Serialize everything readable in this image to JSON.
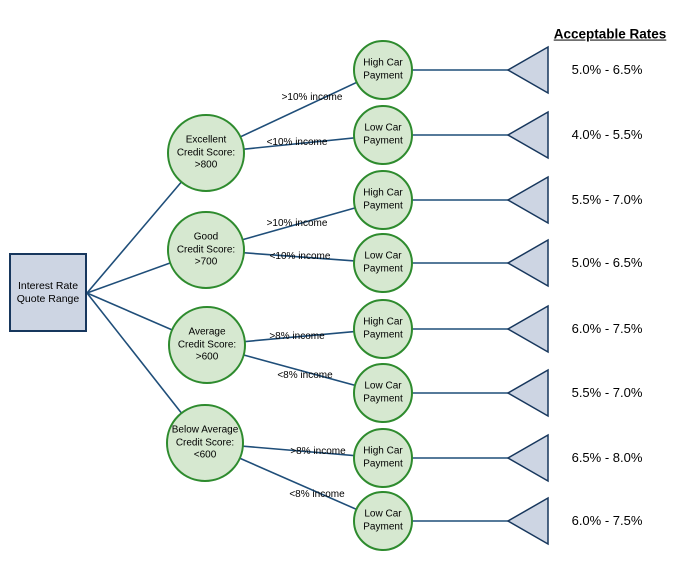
{
  "diagram": {
    "header": "Acceptable Rates",
    "root": {
      "label": "Interest Rate\nQuote Range"
    },
    "credit_nodes": [
      {
        "label": "Excellent\nCredit Score:\n>800"
      },
      {
        "label": "Good\nCredit Score:\n>700"
      },
      {
        "label": "Average\nCredit Score:\n>600"
      },
      {
        "label": "Below Average\nCredit Score:\n<600"
      }
    ],
    "branches": [
      {
        "edge_label": ">10% income",
        "node_label": "High Car\nPayment",
        "rate": "5.0% - 6.5%"
      },
      {
        "edge_label": "<10% income",
        "node_label": "Low Car\nPayment",
        "rate": "4.0% - 5.5%"
      },
      {
        "edge_label": ">10% income",
        "node_label": "High Car\nPayment",
        "rate": "5.5% - 7.0%"
      },
      {
        "edge_label": "<10% income",
        "node_label": "Low Car\nPayment",
        "rate": "5.0% - 6.5%"
      },
      {
        "edge_label": ">8% income",
        "node_label": "High Car\nPayment",
        "rate": "6.0% - 7.5%"
      },
      {
        "edge_label": "<8% income",
        "node_label": "Low Car\nPayment",
        "rate": "5.5% - 7.0%"
      },
      {
        "edge_label": ">8% income",
        "node_label": "High Car\nPayment",
        "rate": "6.5% - 8.0%"
      },
      {
        "edge_label": "<8% income",
        "node_label": "Low Car\nPayment",
        "rate": "6.0% - 7.5%"
      }
    ]
  },
  "colors": {
    "line": "#1f4e79",
    "node_fill": "#d6e8d0",
    "node_border": "#2e8b2e",
    "box_fill": "#cdd5e3",
    "box_border": "#17375d",
    "text": "#000000"
  }
}
